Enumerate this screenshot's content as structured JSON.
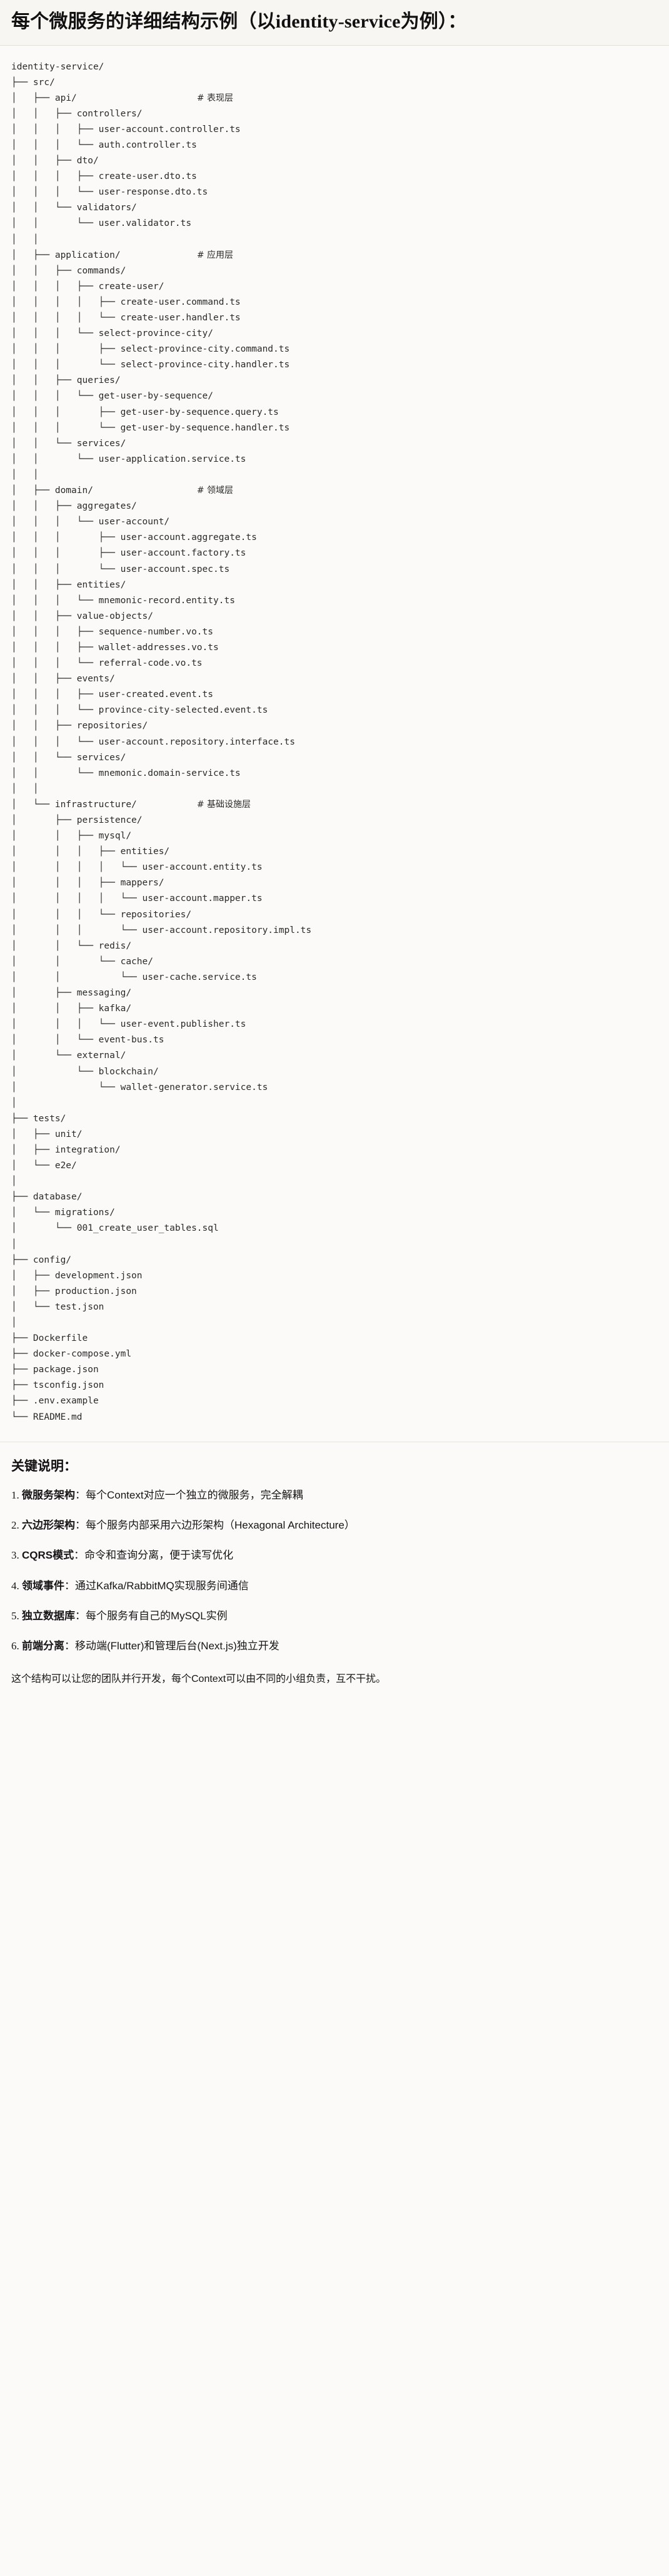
{
  "header": {
    "title": "每个微服务的详细结构示例（以identity-service为例）："
  },
  "tree": {
    "root": "identity-service/",
    "lines": [
      {
        "text": "identity-service/",
        "comment": ""
      },
      {
        "text": "├── src/",
        "comment": ""
      },
      {
        "text": "│   ├── api/",
        "comment": "# 表现层"
      },
      {
        "text": "│   │   ├── controllers/",
        "comment": ""
      },
      {
        "text": "│   │   │   ├── user-account.controller.ts",
        "comment": ""
      },
      {
        "text": "│   │   │   └── auth.controller.ts",
        "comment": ""
      },
      {
        "text": "│   │   ├── dto/",
        "comment": ""
      },
      {
        "text": "│   │   │   ├── create-user.dto.ts",
        "comment": ""
      },
      {
        "text": "│   │   │   └── user-response.dto.ts",
        "comment": ""
      },
      {
        "text": "│   │   └── validators/",
        "comment": ""
      },
      {
        "text": "│   │       └── user.validator.ts",
        "comment": ""
      },
      {
        "text": "│   │",
        "comment": ""
      },
      {
        "text": "│   ├── application/",
        "comment": "# 应用层"
      },
      {
        "text": "│   │   ├── commands/",
        "comment": ""
      },
      {
        "text": "│   │   │   ├── create-user/",
        "comment": ""
      },
      {
        "text": "│   │   │   │   ├── create-user.command.ts",
        "comment": ""
      },
      {
        "text": "│   │   │   │   └── create-user.handler.ts",
        "comment": ""
      },
      {
        "text": "│   │   │   └── select-province-city/",
        "comment": ""
      },
      {
        "text": "│   │   │       ├── select-province-city.command.ts",
        "comment": ""
      },
      {
        "text": "│   │   │       └── select-province-city.handler.ts",
        "comment": ""
      },
      {
        "text": "│   │   ├── queries/",
        "comment": ""
      },
      {
        "text": "│   │   │   └── get-user-by-sequence/",
        "comment": ""
      },
      {
        "text": "│   │   │       ├── get-user-by-sequence.query.ts",
        "comment": ""
      },
      {
        "text": "│   │   │       └── get-user-by-sequence.handler.ts",
        "comment": ""
      },
      {
        "text": "│   │   └── services/",
        "comment": ""
      },
      {
        "text": "│   │       └── user-application.service.ts",
        "comment": ""
      },
      {
        "text": "│   │",
        "comment": ""
      },
      {
        "text": "│   ├── domain/",
        "comment": "# 领域层"
      },
      {
        "text": "│   │   ├── aggregates/",
        "comment": ""
      },
      {
        "text": "│   │   │   └── user-account/",
        "comment": ""
      },
      {
        "text": "│   │   │       ├── user-account.aggregate.ts",
        "comment": ""
      },
      {
        "text": "│   │   │       ├── user-account.factory.ts",
        "comment": ""
      },
      {
        "text": "│   │   │       └── user-account.spec.ts",
        "comment": ""
      },
      {
        "text": "│   │   ├── entities/",
        "comment": ""
      },
      {
        "text": "│   │   │   └── mnemonic-record.entity.ts",
        "comment": ""
      },
      {
        "text": "│   │   ├── value-objects/",
        "comment": ""
      },
      {
        "text": "│   │   │   ├── sequence-number.vo.ts",
        "comment": ""
      },
      {
        "text": "│   │   │   ├── wallet-addresses.vo.ts",
        "comment": ""
      },
      {
        "text": "│   │   │   └── referral-code.vo.ts",
        "comment": ""
      },
      {
        "text": "│   │   ├── events/",
        "comment": ""
      },
      {
        "text": "│   │   │   ├── user-created.event.ts",
        "comment": ""
      },
      {
        "text": "│   │   │   └── province-city-selected.event.ts",
        "comment": ""
      },
      {
        "text": "│   │   ├── repositories/",
        "comment": ""
      },
      {
        "text": "│   │   │   └── user-account.repository.interface.ts",
        "comment": ""
      },
      {
        "text": "│   │   └── services/",
        "comment": ""
      },
      {
        "text": "│   │       └── mnemonic.domain-service.ts",
        "comment": ""
      },
      {
        "text": "│   │",
        "comment": ""
      },
      {
        "text": "│   └── infrastructure/",
        "comment": "# 基础设施层"
      },
      {
        "text": "│       ├── persistence/",
        "comment": ""
      },
      {
        "text": "│       │   ├── mysql/",
        "comment": ""
      },
      {
        "text": "│       │   │   ├── entities/",
        "comment": ""
      },
      {
        "text": "│       │   │   │   └── user-account.entity.ts",
        "comment": ""
      },
      {
        "text": "│       │   │   ├── mappers/",
        "comment": ""
      },
      {
        "text": "│       │   │   │   └── user-account.mapper.ts",
        "comment": ""
      },
      {
        "text": "│       │   │   └── repositories/",
        "comment": ""
      },
      {
        "text": "│       │   │       └── user-account.repository.impl.ts",
        "comment": ""
      },
      {
        "text": "│       │   └── redis/",
        "comment": ""
      },
      {
        "text": "│       │       └── cache/",
        "comment": ""
      },
      {
        "text": "│       │           └── user-cache.service.ts",
        "comment": ""
      },
      {
        "text": "│       ├── messaging/",
        "comment": ""
      },
      {
        "text": "│       │   ├── kafka/",
        "comment": ""
      },
      {
        "text": "│       │   │   └── user-event.publisher.ts",
        "comment": ""
      },
      {
        "text": "│       │   └── event-bus.ts",
        "comment": ""
      },
      {
        "text": "│       └── external/",
        "comment": ""
      },
      {
        "text": "│           └── blockchain/",
        "comment": ""
      },
      {
        "text": "│               └── wallet-generator.service.ts",
        "comment": ""
      },
      {
        "text": "│",
        "comment": ""
      },
      {
        "text": "├── tests/",
        "comment": ""
      },
      {
        "text": "│   ├── unit/",
        "comment": ""
      },
      {
        "text": "│   ├── integration/",
        "comment": ""
      },
      {
        "text": "│   └── e2e/",
        "comment": ""
      },
      {
        "text": "│",
        "comment": ""
      },
      {
        "text": "├── database/",
        "comment": ""
      },
      {
        "text": "│   └── migrations/",
        "comment": ""
      },
      {
        "text": "│       └── 001_create_user_tables.sql",
        "comment": ""
      },
      {
        "text": "│",
        "comment": ""
      },
      {
        "text": "├── config/",
        "comment": ""
      },
      {
        "text": "│   ├── development.json",
        "comment": ""
      },
      {
        "text": "│   ├── production.json",
        "comment": ""
      },
      {
        "text": "│   └── test.json",
        "comment": ""
      },
      {
        "text": "│",
        "comment": ""
      },
      {
        "text": "├── Dockerfile",
        "comment": ""
      },
      {
        "text": "├── docker-compose.yml",
        "comment": ""
      },
      {
        "text": "├── package.json",
        "comment": ""
      },
      {
        "text": "├── tsconfig.json",
        "comment": ""
      },
      {
        "text": "├── .env.example",
        "comment": ""
      },
      {
        "text": "└── README.md",
        "comment": ""
      }
    ]
  },
  "notes": {
    "title": "关键说明：",
    "items": [
      {
        "num": "1.",
        "label": "微服务架构",
        "text": "：每个Context对应一个独立的微服务，完全解耦"
      },
      {
        "num": "2.",
        "label": "六边形架构",
        "text": "：每个服务内部采用六边形架构（Hexagonal Architecture）"
      },
      {
        "num": "3.",
        "label": "CQRS模式",
        "text": "：命令和查询分离，便于读写优化"
      },
      {
        "num": "4.",
        "label": "领域事件",
        "text": "：通过Kafka/RabbitMQ实现服务间通信"
      },
      {
        "num": "5.",
        "label": "独立数据库",
        "text": "：每个服务有自己的MySQL实例"
      },
      {
        "num": "6.",
        "label": "前端分离",
        "text": "：移动端(Flutter)和管理后台(Next.js)独立开发"
      }
    ],
    "closing": "这个结构可以让您的团队并行开发，每个Context可以由不同的小组负责，互不干扰。"
  }
}
